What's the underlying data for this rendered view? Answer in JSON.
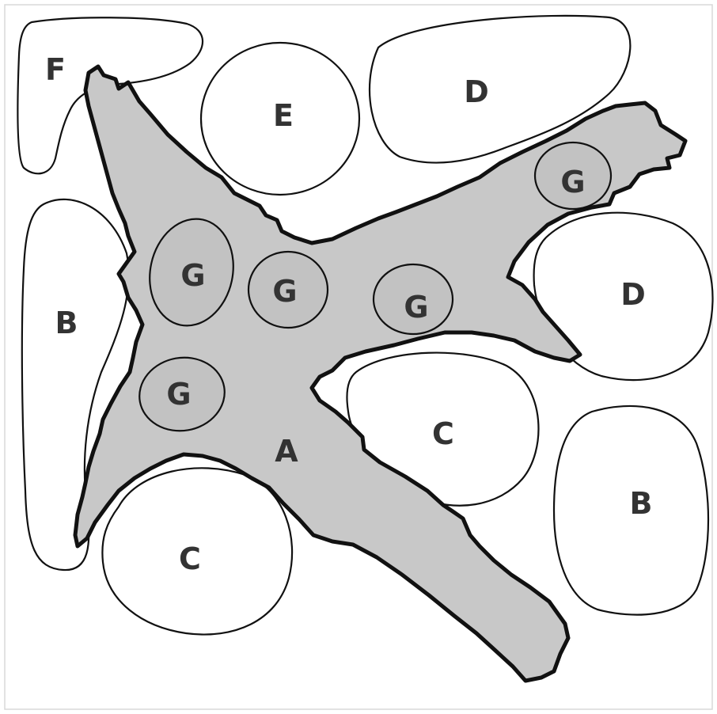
{
  "labels": {
    "a": "A",
    "b_left": "B",
    "b_right": "B",
    "c_top": "C",
    "c_bottom": "C",
    "d_top": "D",
    "d_right": "D",
    "e": "E",
    "f": "F",
    "g1": "G",
    "g2": "G",
    "g3": "G",
    "g4": "G",
    "g5": "G"
  },
  "colors": {
    "cell_fill": "#c8c8c8",
    "granule_fill": "#c2c2c2",
    "outline": "#111111",
    "label": "#333333",
    "background": "#ffffff"
  }
}
